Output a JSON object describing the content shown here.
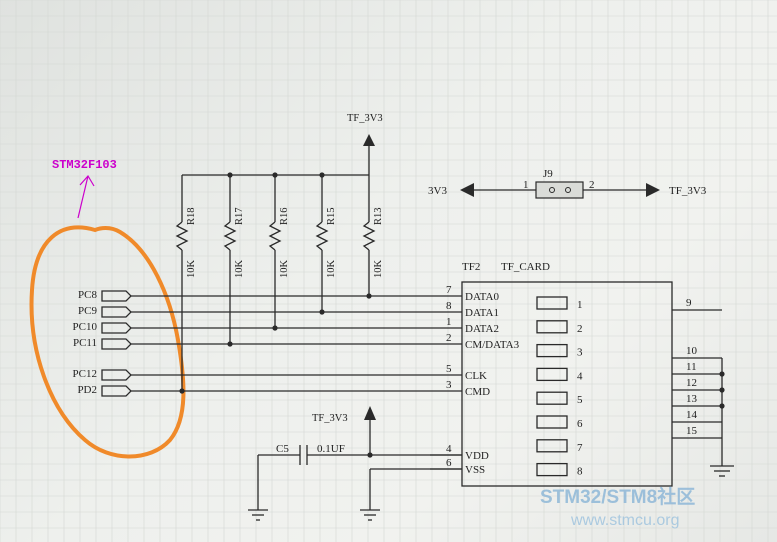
{
  "mcu_label": "STM32F103",
  "power_top": "TF_3V3",
  "power_vdd": "TF_3V3",
  "jumper": {
    "name": "J9",
    "pin1": "1",
    "pin2": "2",
    "left_net": "3V3",
    "right_net": "TF_3V3"
  },
  "resistors": [
    {
      "ref": "R18",
      "value": "10K"
    },
    {
      "ref": "R17",
      "value": "10K"
    },
    {
      "ref": "R16",
      "value": "10K"
    },
    {
      "ref": "R15",
      "value": "10K"
    },
    {
      "ref": "R13",
      "value": "10K"
    }
  ],
  "mcu_pins": [
    "PC8",
    "PC9",
    "PC10",
    "PC11",
    "PC12",
    "PD2"
  ],
  "card": {
    "ref": "TF2",
    "name": "TF_CARD",
    "left_pins": [
      {
        "num": "7",
        "name": "DATA0"
      },
      {
        "num": "8",
        "name": "DATA1"
      },
      {
        "num": "1",
        "name": "DATA2"
      },
      {
        "num": "2",
        "name": "CM/DATA3"
      },
      {
        "num": "5",
        "name": "CLK"
      },
      {
        "num": "3",
        "name": "CMD"
      },
      {
        "num": "4",
        "name": "VDD"
      },
      {
        "num": "6",
        "name": "VSS"
      }
    ],
    "contacts": [
      "1",
      "2",
      "3",
      "4",
      "5",
      "6",
      "7",
      "8"
    ],
    "right_pins": [
      "9",
      "10",
      "11",
      "12",
      "13",
      "14",
      "15"
    ]
  },
  "capacitor": {
    "ref": "C5",
    "value": "0.1UF"
  },
  "watermark": {
    "line1": "STM32/STM8社区",
    "line2": "www.stmcu.org"
  },
  "colors": {
    "annotation": "#cc00cc",
    "circle": "#f08a2a",
    "wire": "#2a2a2a"
  }
}
